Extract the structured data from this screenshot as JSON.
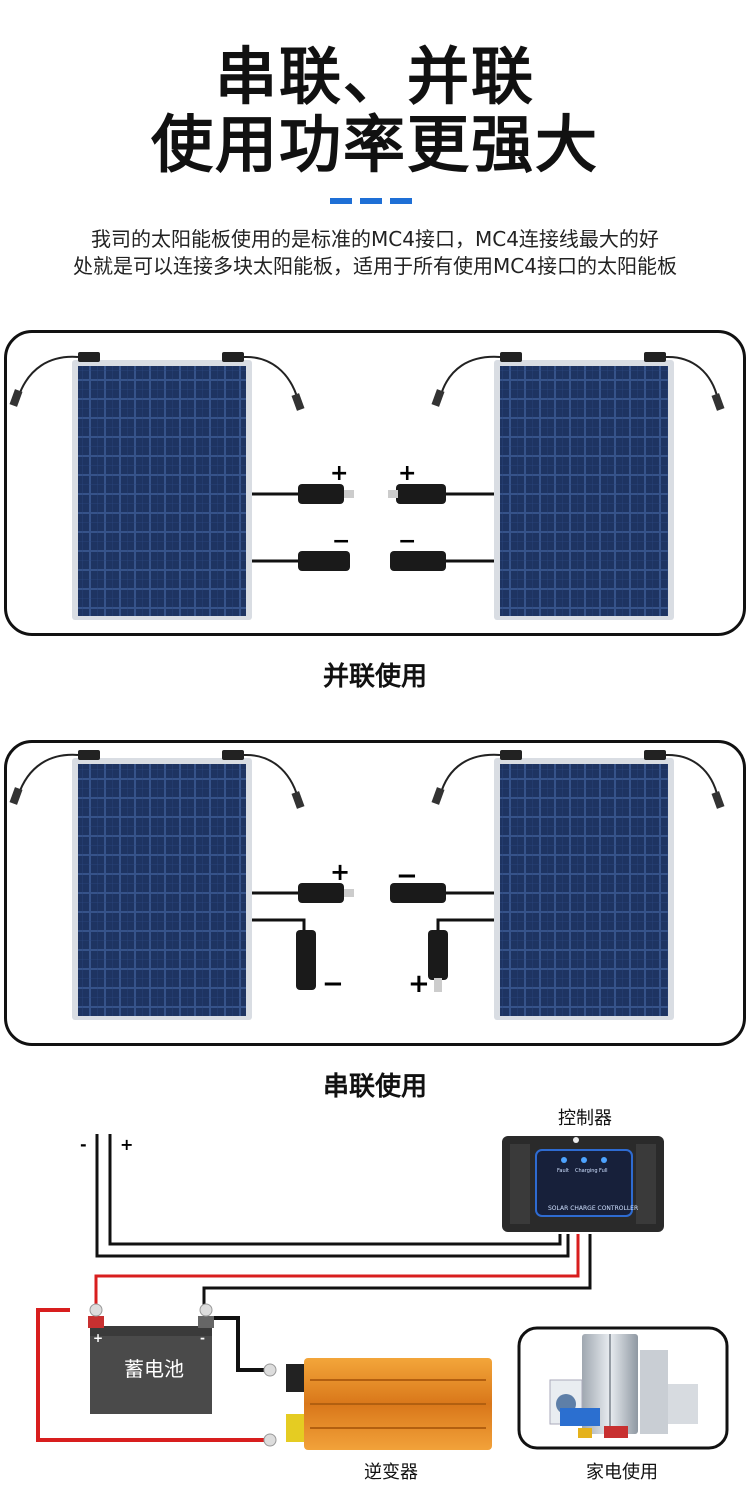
{
  "header": {
    "title_line1": "串联、并联",
    "title_line2": "使用功率更强大",
    "intro_line1": "我司的太阳能板使用的是标准的MC4接口，MC4连接线最大的好",
    "intro_line2": "处就是可以连接多块太阳能板，适用于所有使用MC4接口的太阳能板"
  },
  "parallel_section": {
    "label": "并联使用",
    "left_pos_sign": "+",
    "left_neg_sign": "−",
    "right_pos_sign": "+",
    "right_neg_sign": "−"
  },
  "series_section": {
    "label": "串联使用",
    "left_pos_sign": "+",
    "left_neg_sign": "−",
    "right_neg_sign": "−",
    "right_pos_sign": "+"
  },
  "system_diagram": {
    "panel_neg_sign": "-",
    "panel_pos_sign": "+",
    "controller_label": "控制器",
    "controller_face_text": "SOLAR CHARGE CONTROLLER",
    "led_labels": [
      "Fault",
      "Charging",
      "Full"
    ],
    "battery_label": "蓄电池",
    "battery_pos_sign": "+",
    "battery_neg_sign": "-",
    "inverter_label": "逆变器",
    "appliance_label": "家电使用"
  },
  "colors": {
    "accent_blue": "#1e6fd6",
    "panel_blue": "#1c2f5c",
    "wire_red": "#d81e1e",
    "inverter_orange": "#e98c1c",
    "controller_body": "#2a2a2a"
  }
}
